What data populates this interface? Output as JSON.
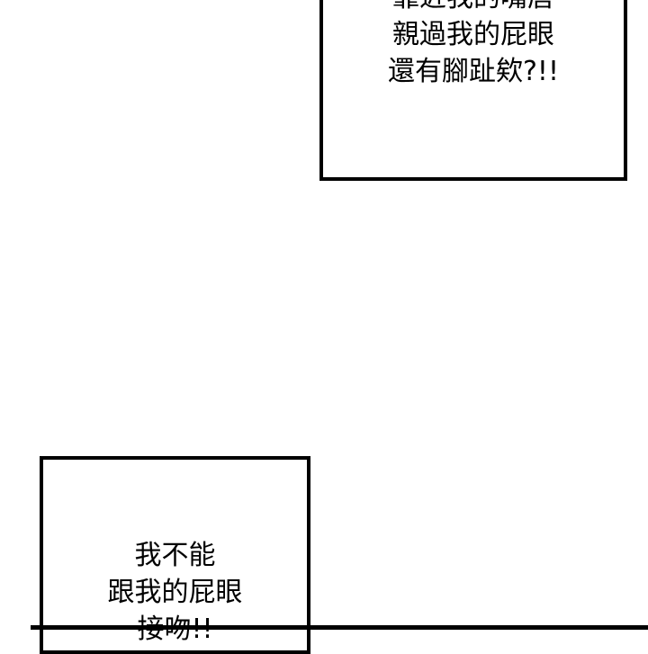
{
  "panels": [
    {
      "lines": [
        "靠近我的嘴唇",
        "親過我的屁眼",
        "還有腳趾欸?!!"
      ]
    },
    {
      "lines": [
        "我不能",
        "跟我的屁眼",
        "接吻!!"
      ]
    }
  ],
  "colors": {
    "background": "#ffffff",
    "border": "#000000",
    "text": "#000000"
  }
}
